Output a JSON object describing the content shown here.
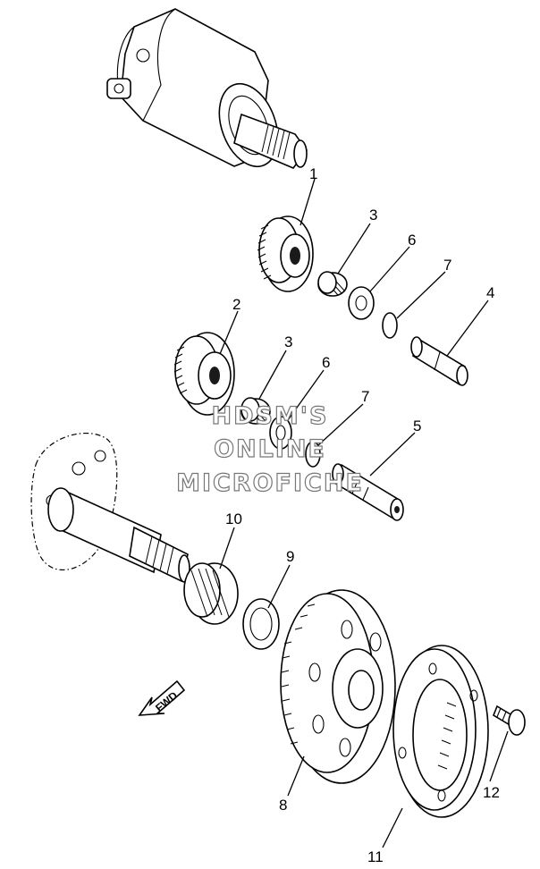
{
  "callouts": [
    {
      "id": "c1",
      "text": "1"
    },
    {
      "id": "c2",
      "text": "2"
    },
    {
      "id": "c3a",
      "text": "3"
    },
    {
      "id": "c3b",
      "text": "3"
    },
    {
      "id": "c4",
      "text": "4"
    },
    {
      "id": "c5",
      "text": "5"
    },
    {
      "id": "c6a",
      "text": "6"
    },
    {
      "id": "c6b",
      "text": "6"
    },
    {
      "id": "c7a",
      "text": "7"
    },
    {
      "id": "c7b",
      "text": "7"
    },
    {
      "id": "c8",
      "text": "8"
    },
    {
      "id": "c9",
      "text": "9"
    },
    {
      "id": "c10",
      "text": "10"
    },
    {
      "id": "c11",
      "text": "11"
    },
    {
      "id": "c12",
      "text": "12"
    }
  ],
  "watermark": {
    "line1": "HDSM'S",
    "line2": "ONLINE",
    "line3": "MICROFICHE"
  },
  "fwd_arrow_label": "FWD"
}
